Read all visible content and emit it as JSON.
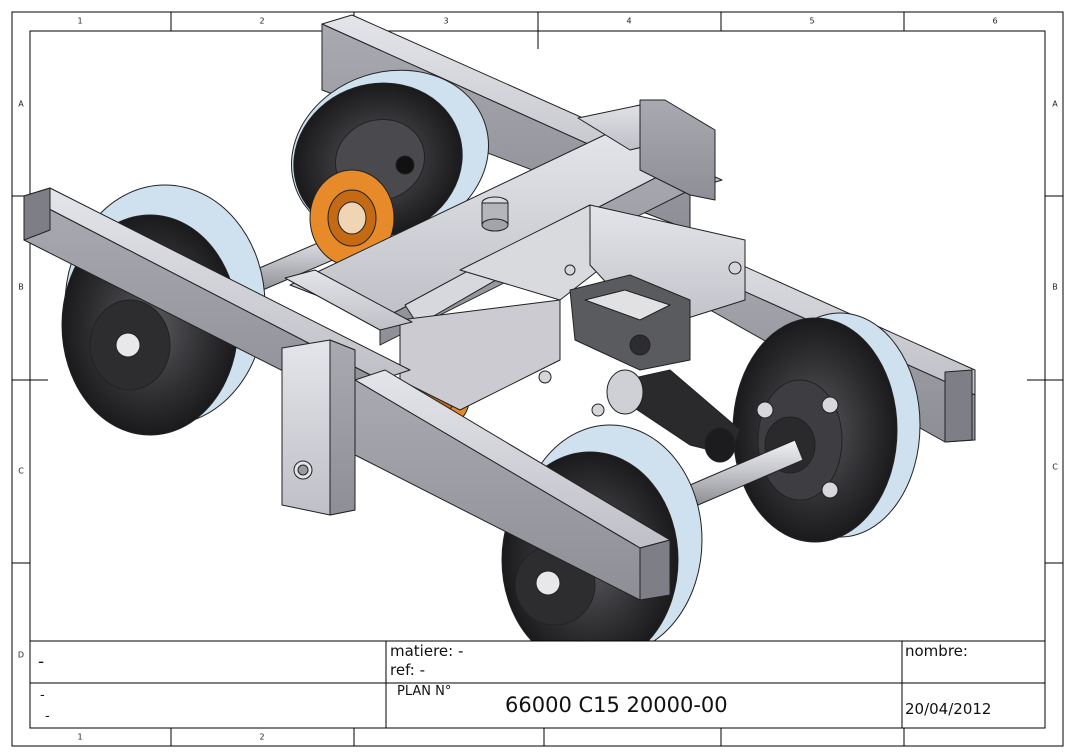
{
  "frame": {
    "top_zones": [
      "1",
      "2",
      "3",
      "4",
      "5",
      "6"
    ],
    "bottom_zones": [
      "1",
      "2"
    ],
    "row_zones_left": [
      "A",
      "B",
      "C",
      "D"
    ],
    "row_zones_right": [
      "A",
      "B",
      "C"
    ]
  },
  "title_block": {
    "left_top": "-",
    "left_bottom_a": "-",
    "left_bottom_b": "-",
    "matiere": "matiere: -",
    "ref": "ref: -",
    "plan_label": "PLAN N°",
    "plan_number": "66000 C15 20000-00",
    "nombre": "nombre:",
    "date": "20/04/2012"
  },
  "colors": {
    "steel": "#c8c9cf",
    "wheel_dark": "#3a3a3d",
    "wheel_tread": "#cfe0ee",
    "gear": "#e68a2a",
    "line": "#000000"
  }
}
